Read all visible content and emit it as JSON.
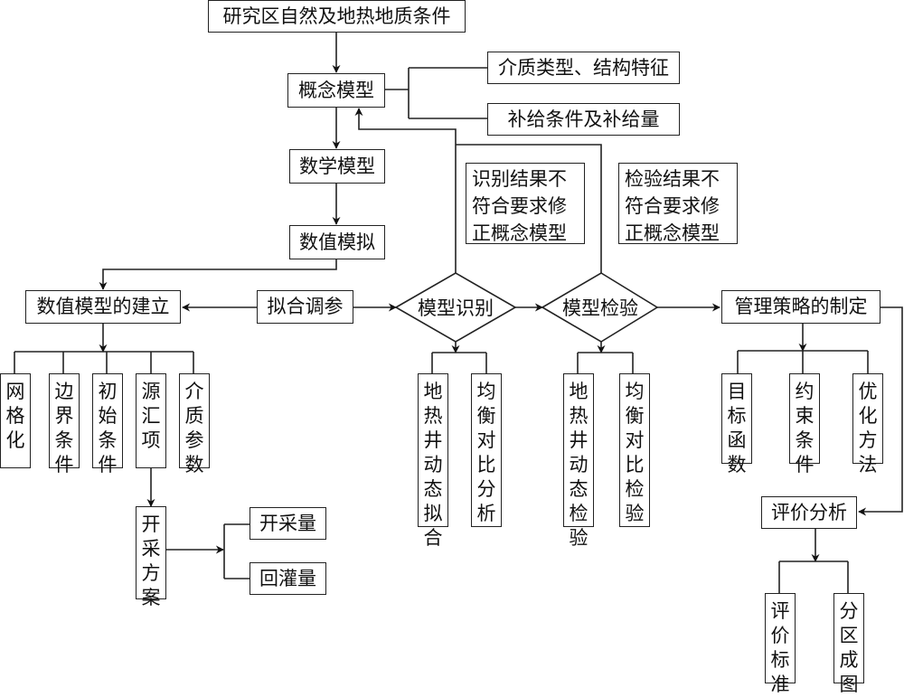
{
  "top": {
    "title": "研究区自然及地热地质条件"
  },
  "conceptual_model": {
    "label": "概念模型",
    "branches": [
      "介质类型、结构特征",
      "补给条件及补给量"
    ]
  },
  "math_model": {
    "label": "数学模型"
  },
  "numerical_sim": {
    "label": "数值模拟"
  },
  "notes": {
    "identification": "识别结果不符合要求修正概念模型",
    "verification": "检验结果不符合要求修正概念模型",
    "identification_lines": [
      "识别结果不",
      "符合要求修",
      "正概念模型"
    ],
    "verification_lines": [
      "检验结果不",
      "符合要求修",
      "正概念模型"
    ]
  },
  "main_row": {
    "build_model": "数值模型的建立",
    "fit_params": "拟合调参",
    "identify": "模型识别",
    "verify": "模型检验",
    "management": "管理策略的制定"
  },
  "build_children": [
    {
      "label": "网格化"
    },
    {
      "label": "边界条件"
    },
    {
      "label": "初始条件"
    },
    {
      "label": "源汇项"
    },
    {
      "label": "介质参数"
    }
  ],
  "extraction": {
    "label": "开采方案",
    "children": [
      "开采量",
      "回灌量"
    ]
  },
  "identify_children": [
    {
      "label": "地热井动态拟合"
    },
    {
      "label": "均衡对比分析"
    }
  ],
  "verify_children": [
    {
      "label": "地热井动态检验"
    },
    {
      "label": "均衡对比检验"
    }
  ],
  "management_children": [
    {
      "label": "目标函数"
    },
    {
      "label": "约束条件"
    },
    {
      "label": "优化方法"
    }
  ],
  "evaluation": {
    "label": "评价分析",
    "children": [
      {
        "label": "评价标准"
      },
      {
        "label": "分区成图"
      }
    ]
  }
}
